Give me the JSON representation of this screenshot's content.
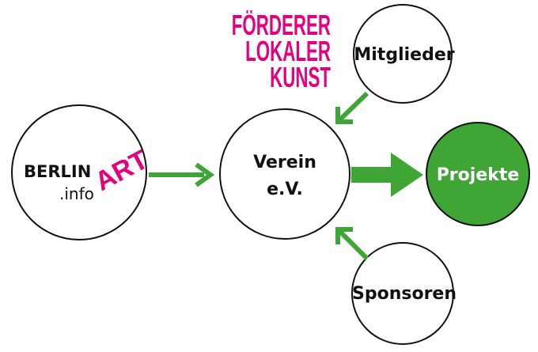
{
  "slogan": {
    "line1": "FÖRDERER",
    "line2": "LOKALER",
    "line3": "KUNST"
  },
  "nodes": {
    "berlin": {
      "name": "BERLIN",
      "art": "ART",
      "domain": ".info"
    },
    "verein": {
      "line1": "Verein",
      "line2": "e.V."
    },
    "mitglieder": "Mitglieder",
    "projekte": "Projekte",
    "sponsoren": "Sponsoren"
  },
  "colors": {
    "green": "#3fa535",
    "pink": "#e5007d"
  }
}
